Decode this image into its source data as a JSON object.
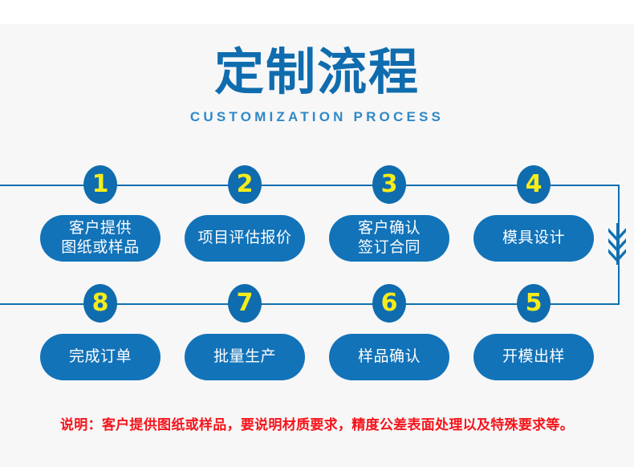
{
  "header": {
    "title": "定制流程",
    "subtitle": "CUSTOMIZATION PROCESS"
  },
  "colors": {
    "page_background": "#ffffff",
    "canvas_background": "#f7f7f7",
    "title_blue": "#0f6cae",
    "subtitle_blue": "#2f89c8",
    "badge_blue": "#0f6cae",
    "badge_number_yellow": "#f5ec1b",
    "pill_blue": "#1273b9",
    "pill_text": "#ffffff",
    "line_blue": "#1070b2",
    "note_red": "#f5141b"
  },
  "flow": {
    "rows": [
      {
        "name": "row-1",
        "steps": [
          {
            "number": "1",
            "label": "客户提供\n图纸或样品"
          },
          {
            "number": "2",
            "label": "项目评估报价"
          },
          {
            "number": "3",
            "label": "客户确认\n签订合同"
          },
          {
            "number": "4",
            "label": "模具设计"
          }
        ]
      },
      {
        "name": "row-2",
        "steps": [
          {
            "number": "8",
            "label": "完成订单"
          },
          {
            "number": "7",
            "label": "批量生产"
          },
          {
            "number": "6",
            "label": "样品确认"
          },
          {
            "number": "5",
            "label": "开模出样"
          }
        ]
      }
    ],
    "connector_icon": "double-chevron-down-icon"
  },
  "note": {
    "text": "说明：客户提供图纸或样品，要说明材质要求，精度公差表面处理以及特殊要求等。"
  }
}
